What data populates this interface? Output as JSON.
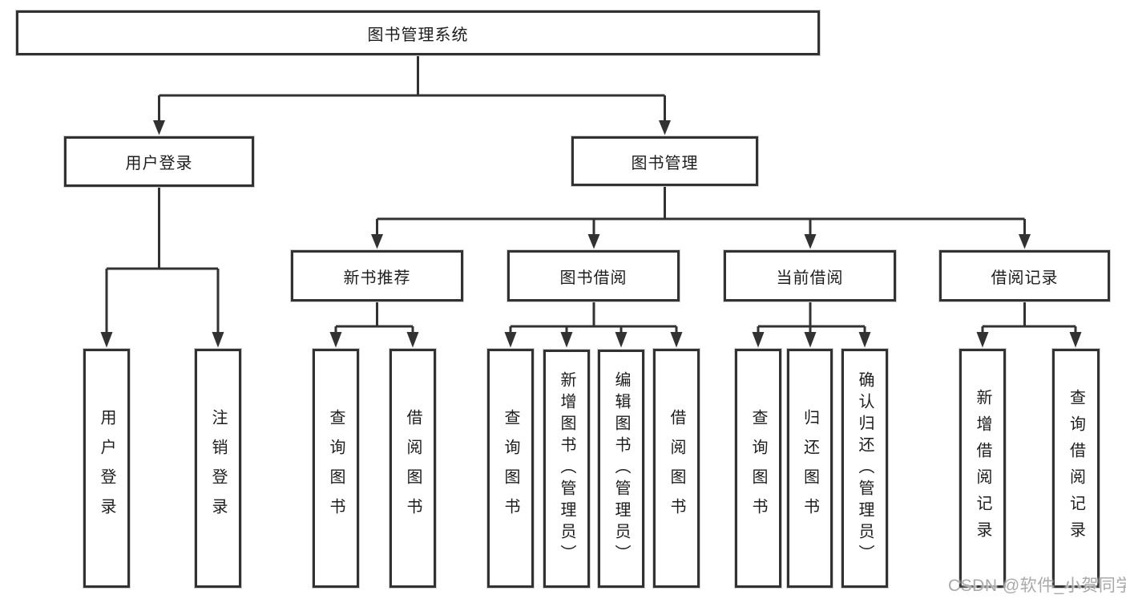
{
  "tree": {
    "label": "图书管理系统",
    "children": [
      {
        "label": "用户登录",
        "children": [
          {
            "label": "用户登录"
          },
          {
            "label": "注销登录"
          }
        ]
      },
      {
        "label": "图书管理",
        "children": [
          {
            "label": "新书推荐",
            "children": [
              {
                "label": "查询图书"
              },
              {
                "label": "借阅图书"
              }
            ]
          },
          {
            "label": "图书借阅",
            "children": [
              {
                "label": "查询图书"
              },
              {
                "label": "新增图书（管理员）"
              },
              {
                "label": "编辑图书（管理员）"
              },
              {
                "label": "借阅图书"
              }
            ]
          },
          {
            "label": "当前借阅",
            "children": [
              {
                "label": "查询图书"
              },
              {
                "label": "归还图书"
              },
              {
                "label": "确认归还（管理员）"
              }
            ]
          },
          {
            "label": "借阅记录",
            "children": [
              {
                "label": "新增借阅记录"
              },
              {
                "label": "查询借阅记录"
              }
            ]
          }
        ]
      }
    ]
  },
  "watermark": {
    "text": "CSDN @软件_小贺同学"
  },
  "colors": {
    "line": "#323232",
    "text": "#1d1d1d",
    "watermark": "#a9a9a9",
    "background": "#ffffff"
  }
}
